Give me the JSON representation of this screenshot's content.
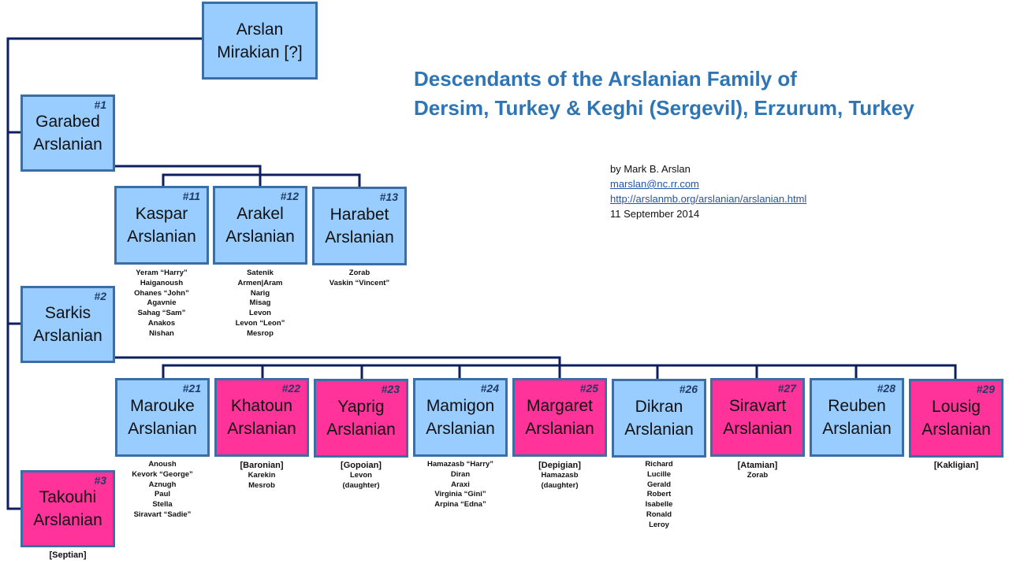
{
  "title": {
    "line1": "Descendants of the Arslanian Family of",
    "line2": "Dersim, Turkey & Keghi (Sergevil), Erzurum, Turkey"
  },
  "byline": {
    "author": "by Mark B. Arslan",
    "email": "marslan@nc.rr.com",
    "url": "http://arslanmb.org/arslanian/arslanian.html",
    "date": "11 September  2014"
  },
  "colors": {
    "male": "#99ccff",
    "female": "#ff3399",
    "border": "#3a6ea5",
    "line": "#0d1f5c",
    "title": "#2e75b6"
  },
  "root": {
    "first": "Arslan",
    "last": "Mirakian [?]"
  },
  "people": {
    "p1": {
      "num": "#1",
      "first": "Garabed",
      "last": "Arslanian"
    },
    "p2": {
      "num": "#2",
      "first": "Sarkis",
      "last": "Arslanian"
    },
    "p3": {
      "num": "#3",
      "first": "Takouhi",
      "last": "Arslanian",
      "maiden": "[Septian]"
    },
    "p11": {
      "num": "#11",
      "first": "Kaspar",
      "last": "Arslanian",
      "children": [
        "Yeram “Harry”",
        "Haiganoush",
        "Ohanes “John”",
        "Agavnie",
        "Sahag “Sam”",
        "Anakos",
        "Nishan"
      ]
    },
    "p12": {
      "num": "#12",
      "first": "Arakel",
      "last": "Arslanian",
      "children": [
        "Satenik",
        "Armen|Aram",
        "Narig",
        "Misag",
        "Levon",
        "Levon “Leon”",
        "Mesrop"
      ]
    },
    "p13": {
      "num": "#13",
      "first": "Harabet",
      "last": "Arslanian",
      "children": [
        "Zorab",
        "Vaskin “Vincent”"
      ]
    },
    "p21": {
      "num": "#21",
      "first": "Marouke",
      "last": "Arslanian",
      "children": [
        "Anoush",
        "Kevork “George”",
        "Aznugh",
        "Paul",
        "Stella",
        "Siravart “Sadie”"
      ]
    },
    "p22": {
      "num": "#22",
      "first": "Khatoun",
      "last": "Arslanian",
      "maiden": "[Baronian]",
      "children": [
        "Karekin",
        "Mesrob"
      ]
    },
    "p23": {
      "num": "#23",
      "first": "Yaprig",
      "last": "Arslanian",
      "maiden": "[Gopoian]",
      "children": [
        "Levon",
        "(daughter)"
      ]
    },
    "p24": {
      "num": "#24",
      "first": "Mamigon",
      "last": "Arslanian",
      "children": [
        "Hamazasb “Harry”",
        "Diran",
        "Araxi",
        "Virginia “Gini”",
        "Arpina “Edna”"
      ]
    },
    "p25": {
      "num": "#25",
      "first": "Margaret",
      "last": "Arslanian",
      "maiden": "[Depigian]",
      "children": [
        "Hamazasb",
        "(daughter)"
      ]
    },
    "p26": {
      "num": "#26",
      "first": "Dikran",
      "last": "Arslanian",
      "children": [
        "Richard",
        "Lucille",
        "Gerald",
        "Robert",
        "Isabelle",
        "Ronald",
        "Leroy"
      ]
    },
    "p27": {
      "num": "#27",
      "first": "Siravart",
      "last": "Arslanian",
      "maiden": "[Atamian]",
      "children": [
        "Zorab"
      ]
    },
    "p28": {
      "num": "#28",
      "first": "Reuben",
      "last": "Arslanian"
    },
    "p29": {
      "num": "#29",
      "first": "Lousig",
      "last": "Arslanian",
      "maiden": "[Kakligian]"
    }
  }
}
